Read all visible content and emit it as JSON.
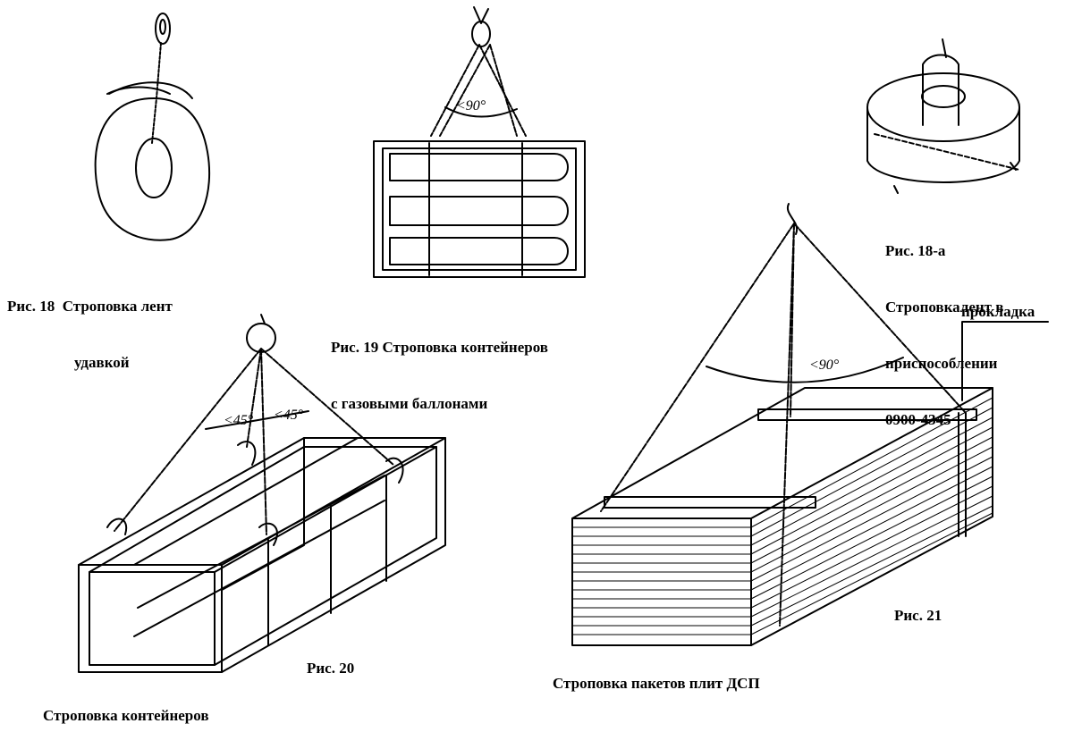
{
  "fig18": {
    "label": "Рис. 18  Строповка лент",
    "label2": "удавкой"
  },
  "fig18a": {
    "line1": "Рис. 18-а",
    "line2": "Строповкалент в",
    "line3": "приспособлении",
    "line4": "0900-4345"
  },
  "fig19": {
    "line1": "Рис. 19 Строповка контейнеров",
    "line2": "с газовыми баллонами",
    "angle": "<90°"
  },
  "fig20": {
    "label": "Рис. 20",
    "caption": "Строповка контейнеров",
    "angle_left": "<45°",
    "angle_right": "<45°"
  },
  "fig21": {
    "label": "Рис. 21",
    "caption": "Строповка пакетов плит ДСП",
    "angle": "<90°",
    "spacer_label": "прокладка"
  }
}
